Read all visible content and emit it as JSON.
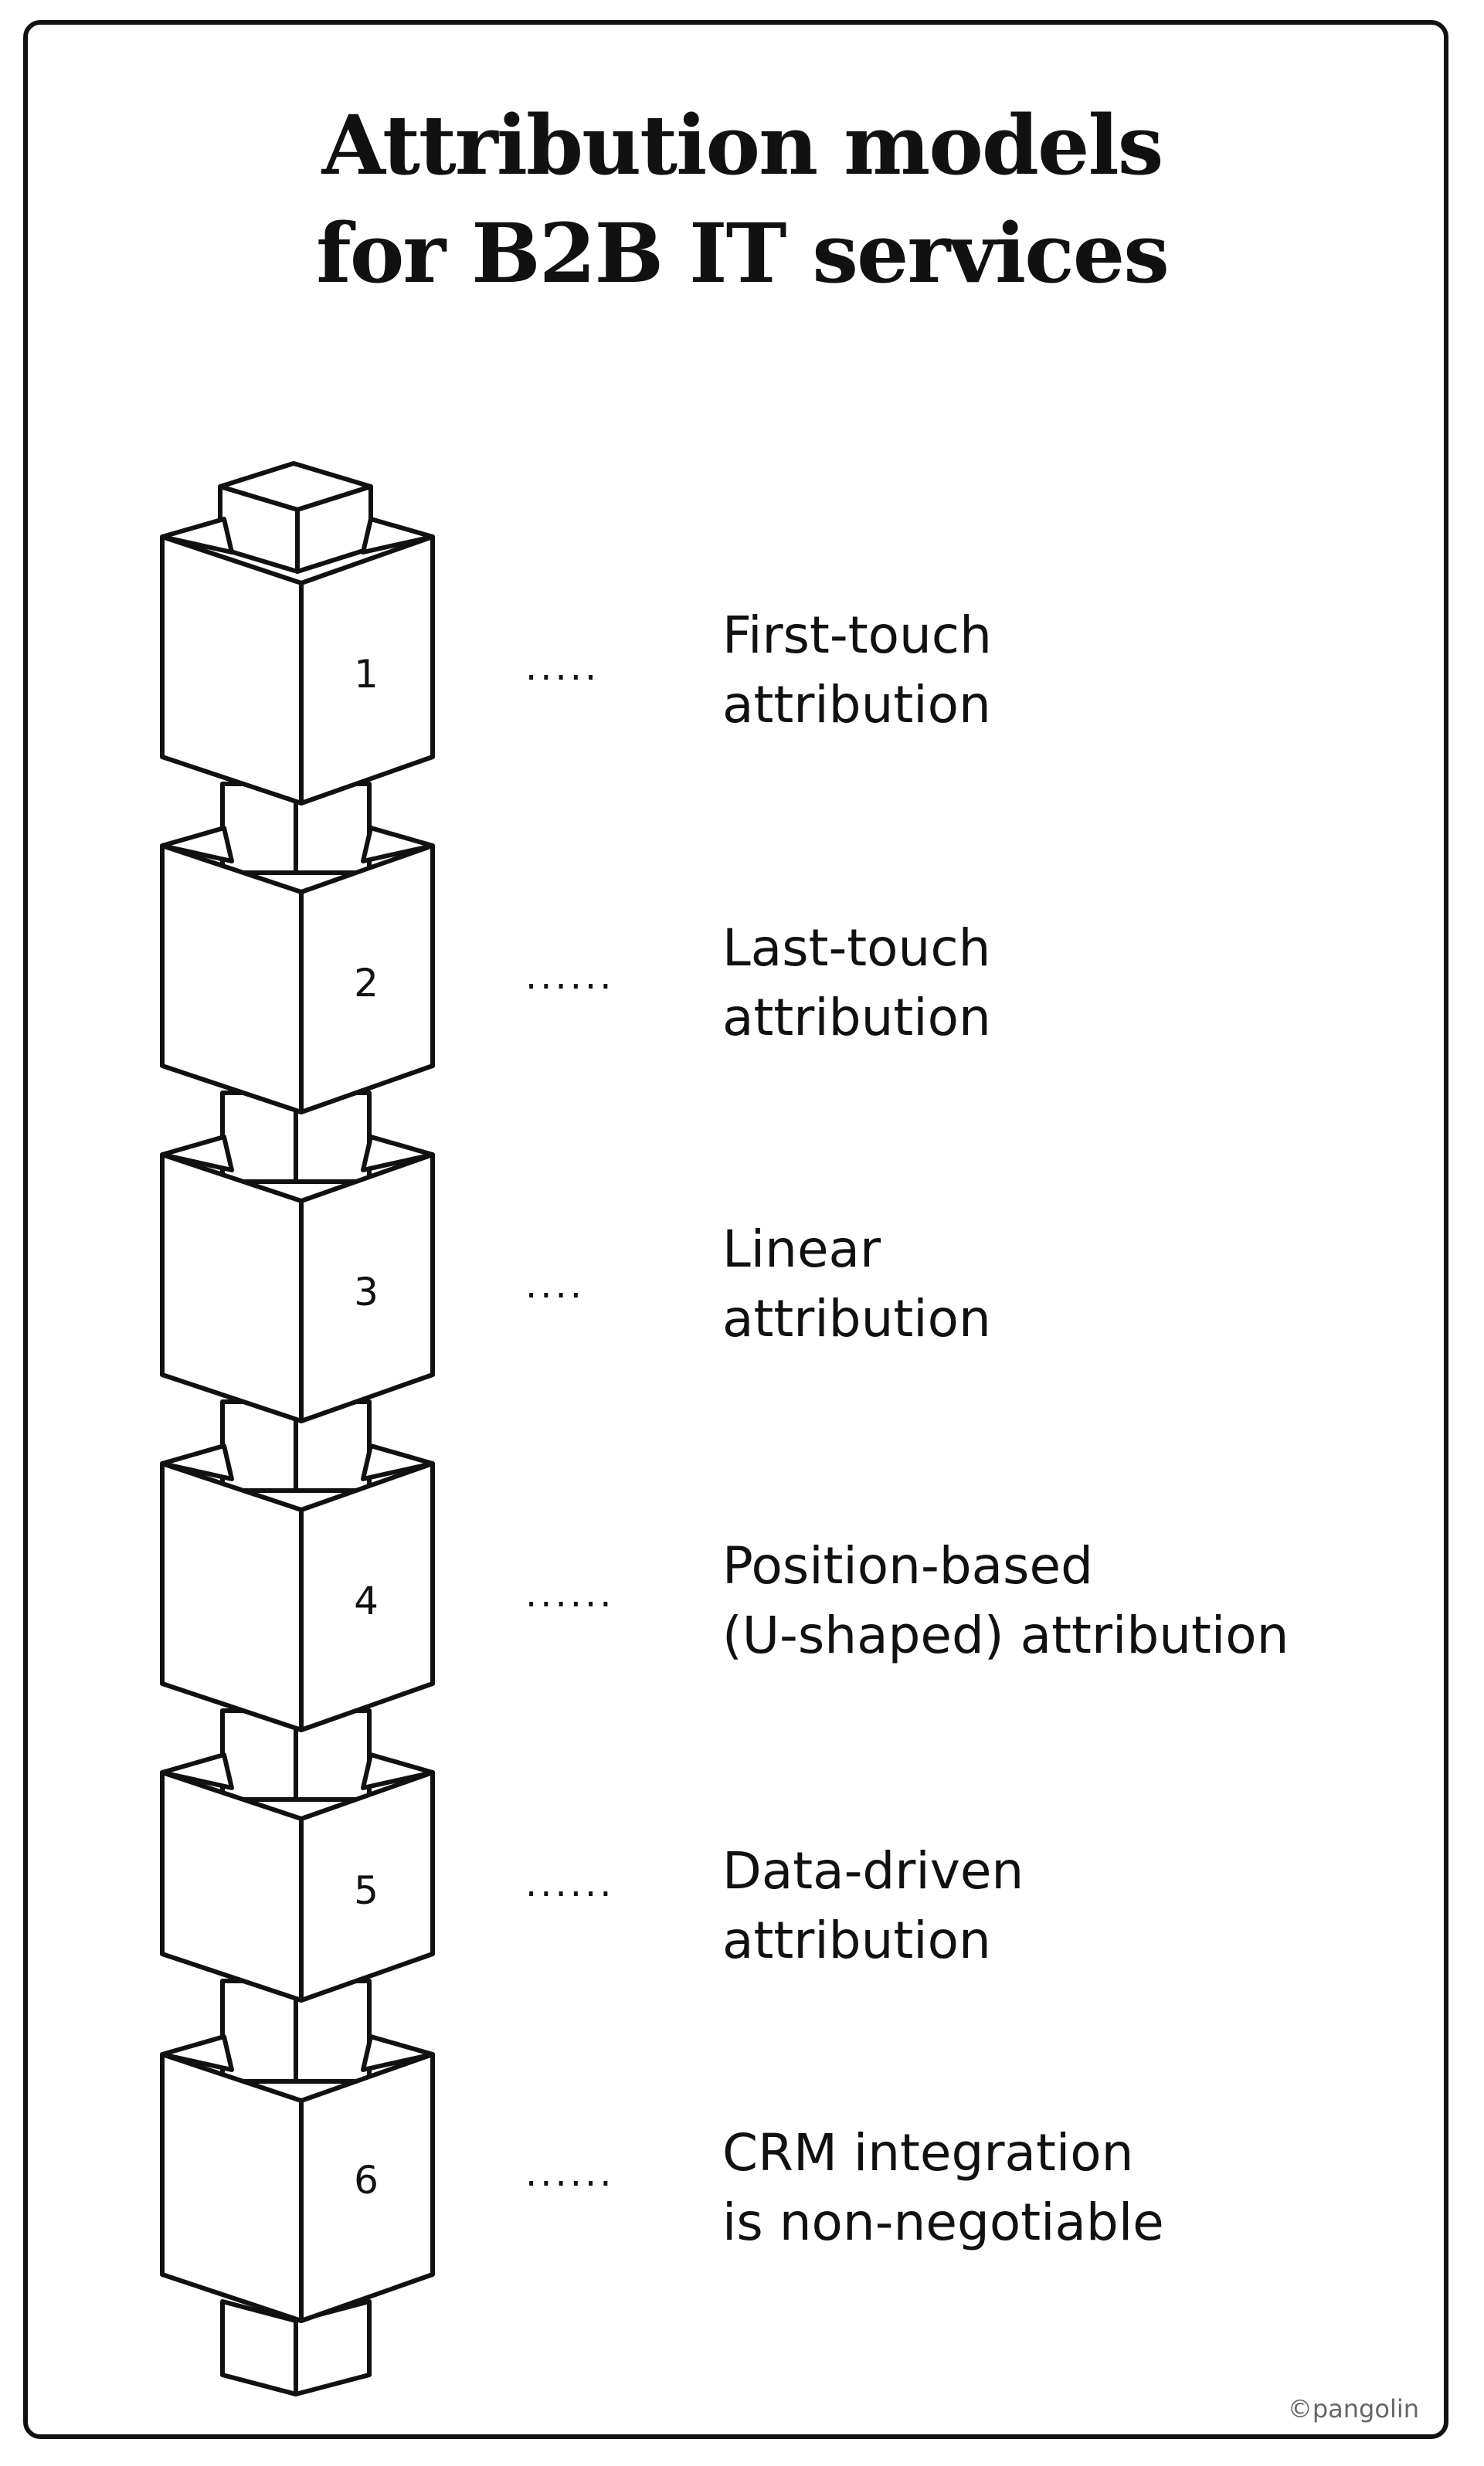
{
  "title_lines": [
    "Attribution models",
    "for B2B IT services"
  ],
  "items": [
    {
      "number": "1",
      "dots": ".....",
      "line1": "First-touch",
      "line2": "attribution"
    },
    {
      "number": "2",
      "dots": "......",
      "line1": "Last-touch",
      "line2": "attribution"
    },
    {
      "number": "3",
      "dots": "....",
      "line1": "Linear",
      "line2": "attribution"
    },
    {
      "number": "4",
      "dots": "......",
      "line1": "Position-based",
      "line2": "(U-shaped) attribution"
    },
    {
      "number": "5",
      "dots": "......",
      "line1": "Data-driven",
      "line2": "attribution"
    },
    {
      "number": "6",
      "dots": "......",
      "line1": "CRM integration",
      "line2": "is non-negotiable"
    }
  ],
  "credit": "©pangolin"
}
